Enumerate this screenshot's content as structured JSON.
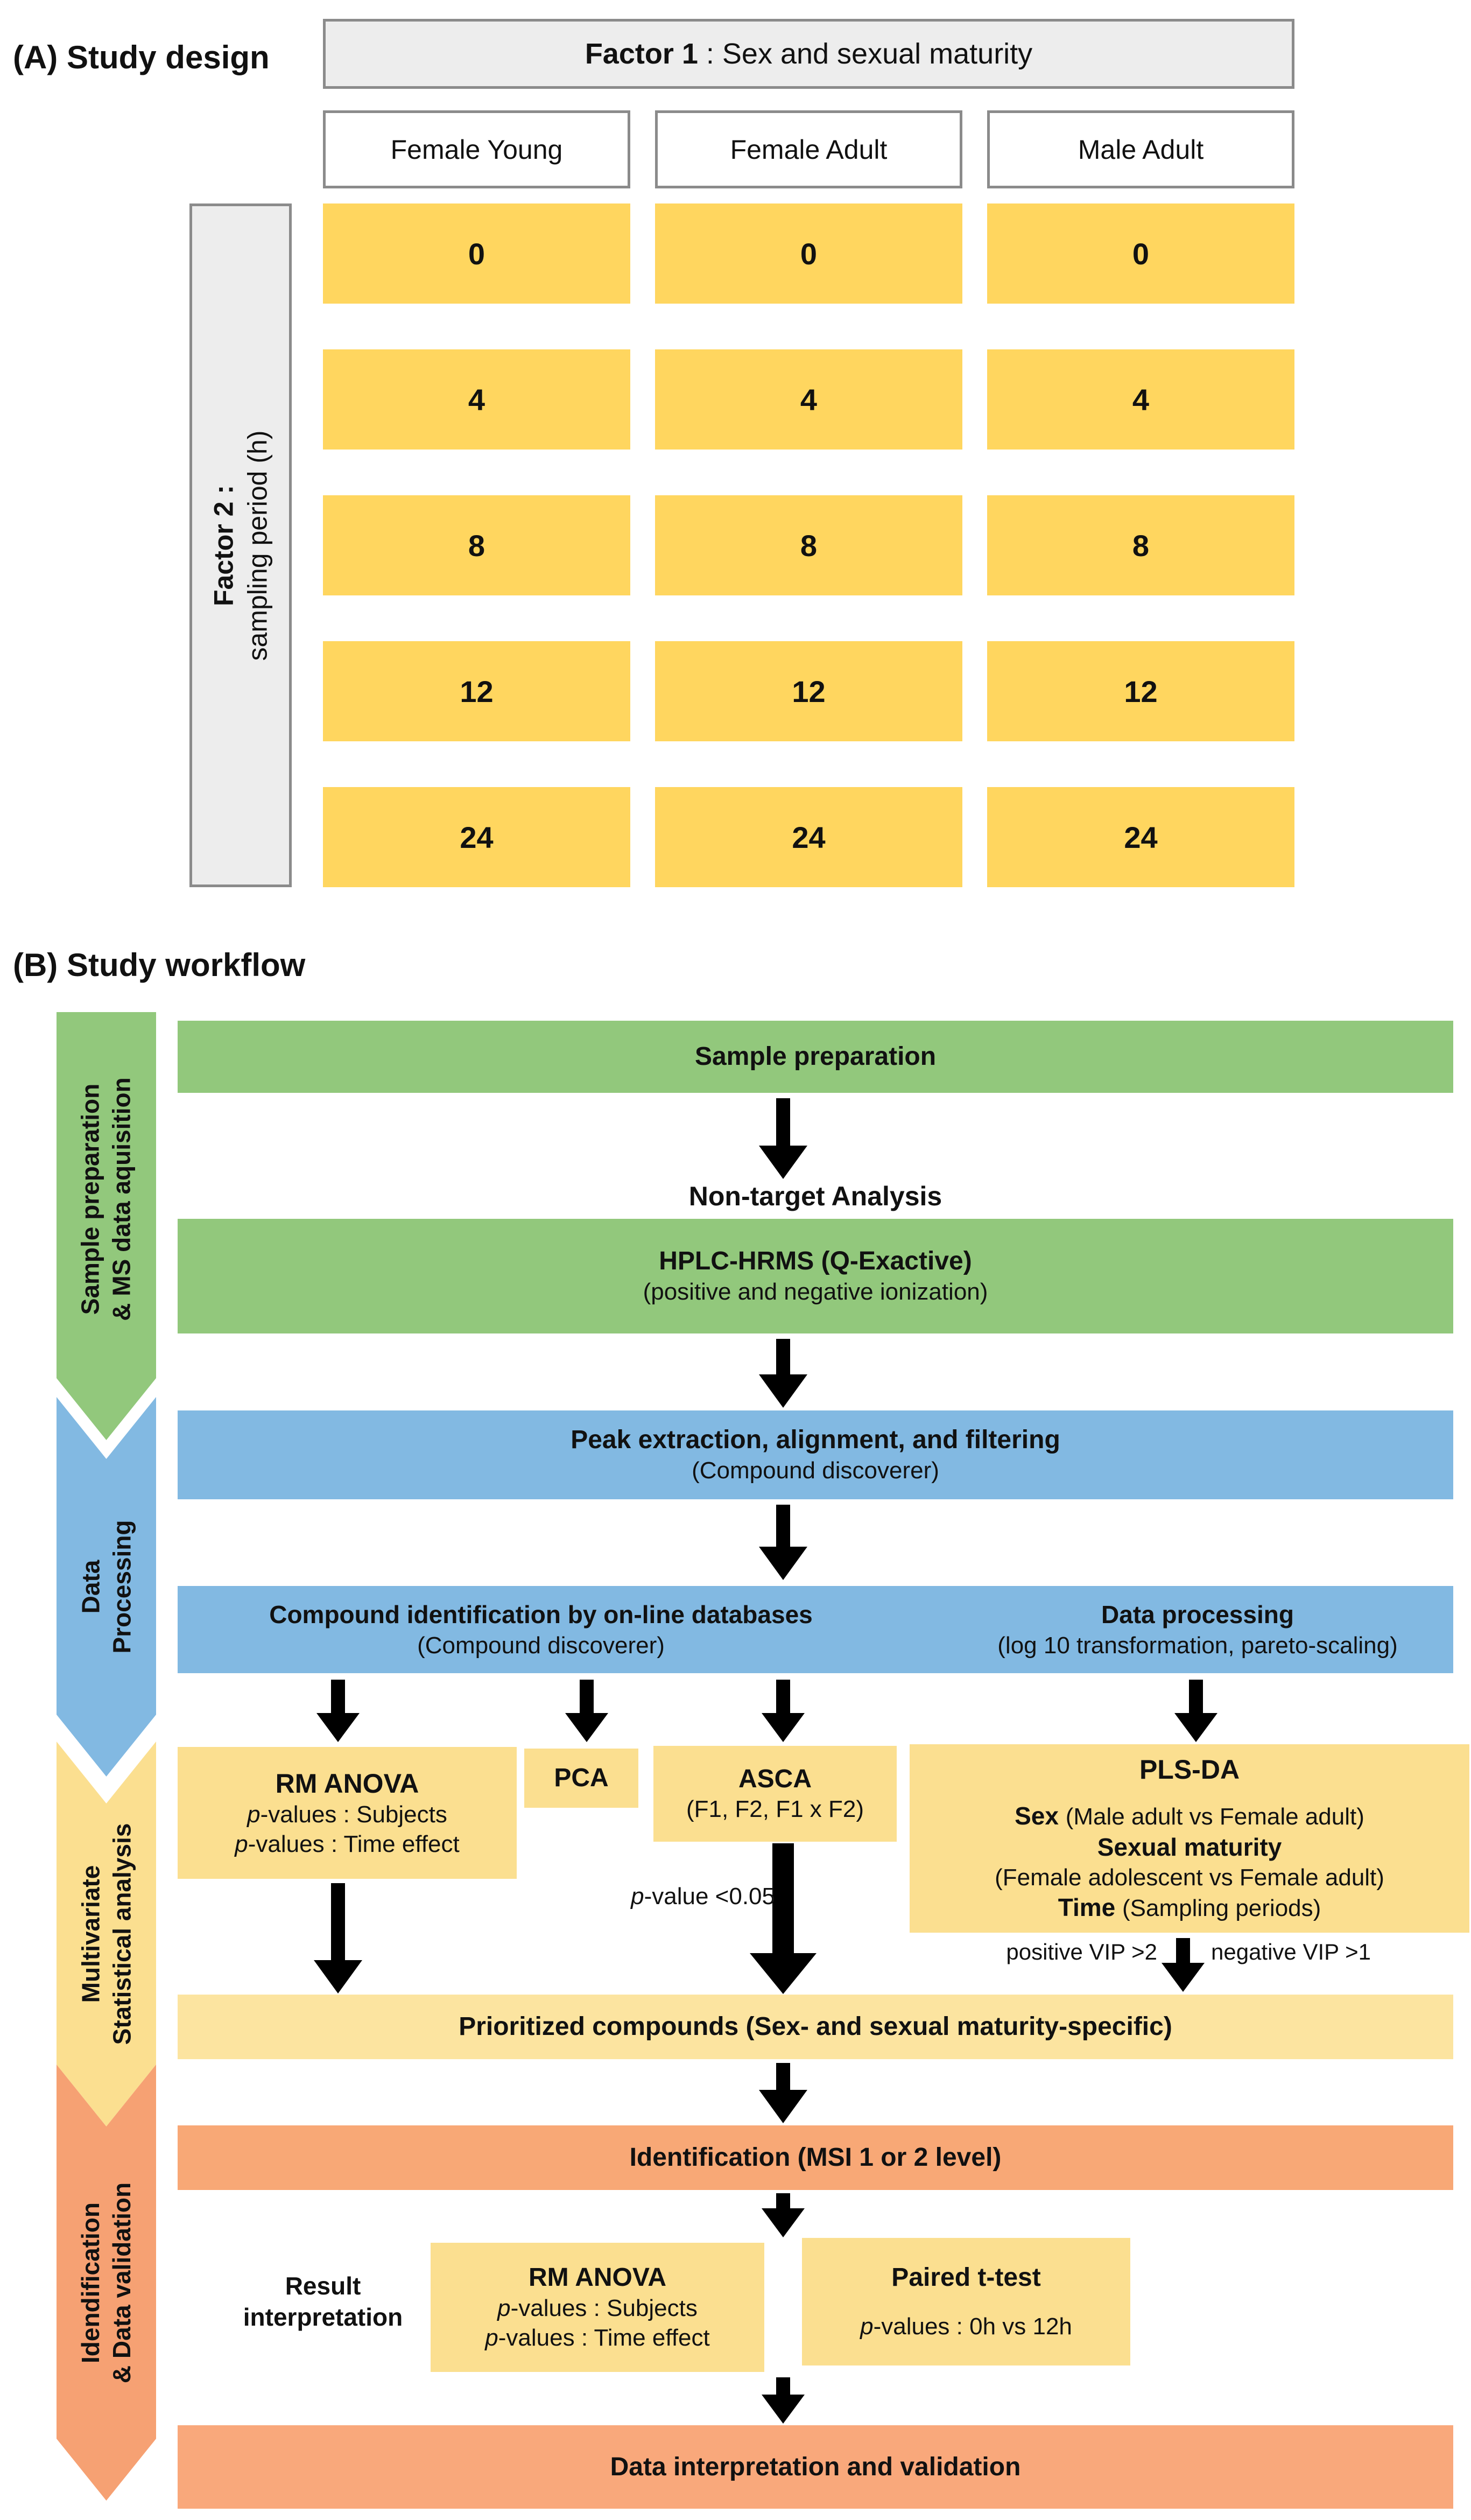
{
  "colors": {
    "panel_gray": "#EDEDED",
    "border_gray": "#8b8b8b",
    "cell_yellow": "#FFD65F",
    "green": "#92C87C",
    "blue": "#82B9E2",
    "yellow_box": "#FBDF90",
    "yellow_bar": "#FCE4A0",
    "orange": "#F8A876",
    "arrow_black": "#000000"
  },
  "panel_a": {
    "title": "(A) Study design",
    "factor1_bold": "Factor 1",
    "factor1_rest": " : Sex and sexual maturity",
    "columns": [
      "Female Young",
      "Female Adult",
      "Male Adult"
    ],
    "factor2_line1": "Factor 2 :",
    "factor2_line2": "sampling period (h)",
    "row_values": [
      "0",
      "4",
      "8",
      "12",
      "24"
    ]
  },
  "panel_b": {
    "title": "(B) Study workflow",
    "side_sections": [
      {
        "line1": "Sample preparation",
        "line2": "& MS data aquisition"
      },
      {
        "line1": "Data",
        "line2": "Processing"
      },
      {
        "line1": "Multivariate",
        "line2": "Statistical analysis"
      },
      {
        "line1": "Idendification",
        "line2": "& Data validation"
      }
    ],
    "sample_preparation": "Sample preparation",
    "non_target": "Non-target Analysis",
    "hplc_line1": "HPLC-HRMS (Q-Exactive)",
    "hplc_line2": "(positive and negative ionization)",
    "peak_line1": "Peak extraction, alignment, and filtering",
    "peak_line2": "(Compound discoverer)",
    "compound_id_line1": "Compound identification by on-line databases",
    "compound_id_line2": "(Compound discoverer)",
    "data_proc_line1": "Data processing",
    "data_proc_line2": "(log 10 transformation, pareto-scaling)",
    "rm_anova": {
      "title": "RM ANOVA",
      "line1": "p-values : Subjects",
      "line2": "p-values : Time effect"
    },
    "pca": "PCA",
    "asca_title": "ASCA",
    "asca_sub": "(F1, F2, F1 x F2)",
    "pls_title": "PLS-DA",
    "pls_sex_b": "Sex ",
    "pls_sex_r": "(Male adult vs Female adult)",
    "pls_mat_b": "Sexual maturity",
    "pls_mat_sub": "(Female adolescent vs Female adult)",
    "pls_time_b": "Time ",
    "pls_time_r": "(Sampling periods)",
    "p_value_label": "p-value <0.05",
    "vip_left": "positive VIP >2",
    "vip_right": "negative VIP >1",
    "prioritized": "Prioritized compounds (Sex- and sexual maturity-specific)",
    "identification": "Identification (MSI 1 or 2 level)",
    "result_line1": "Result",
    "result_line2": "interpretation",
    "rm_anova2": {
      "title": "RM ANOVA",
      "line1": "p-values : Subjects",
      "line2": "p-values : Time effect"
    },
    "paired": {
      "title": "Paired t-test",
      "line1": "p-values : 0h vs 12h"
    },
    "bottom": "Data interpretation and validation"
  }
}
